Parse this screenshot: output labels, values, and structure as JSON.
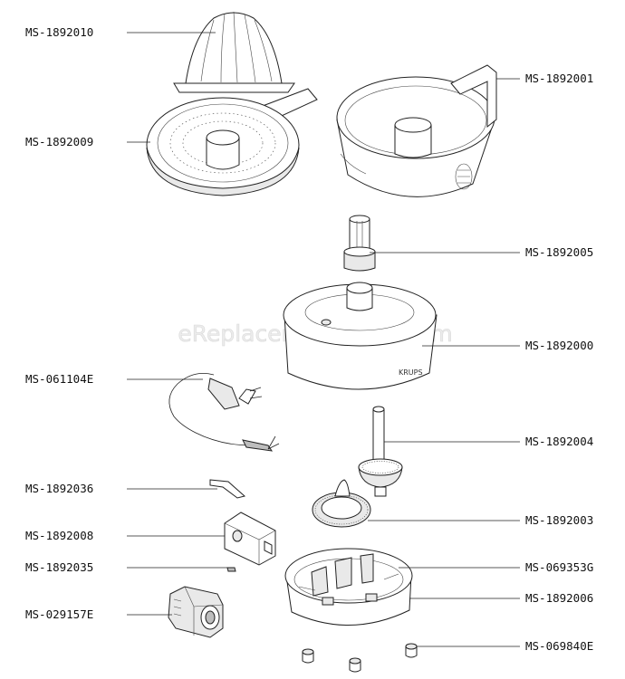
{
  "watermark": "eReplacementParts.com",
  "brand_mark": "KRUPS",
  "parts": {
    "reamer": "MS-1892010",
    "pulp_filter": "MS-1892009",
    "container": "MS-1892001",
    "drive_coupling": "MS-1892005",
    "housing_top": "MS-1892000",
    "power_cord": "MS-061104E",
    "drive_shaft": "MS-1892004",
    "switch_lever": "MS-1892036",
    "gear_wheel": "MS-1892003",
    "switch": "MS-1892008",
    "motor_support": "MS-069353G",
    "spring": "MS-1892035",
    "base": "MS-1892006",
    "motor": "MS-029157E",
    "feet": "MS-069840E"
  }
}
